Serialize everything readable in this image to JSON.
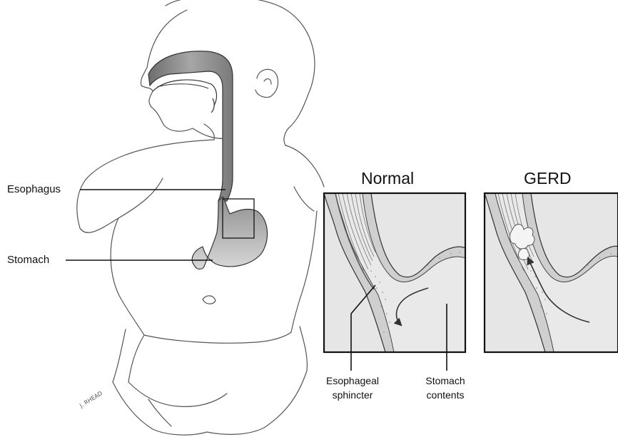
{
  "labels": {
    "esophagus": "Esophagus",
    "stomach": "Stomach",
    "sphincter_line1": "Esophageal",
    "sphincter_line2": "sphincter",
    "contents_line1": "Stomach",
    "contents_line2": "contents"
  },
  "panels": {
    "normal_title": "Normal",
    "gerd_title": "GERD"
  },
  "signature": "J. RHEAD",
  "colors": {
    "line": "#222222",
    "esophagus_fill": "#8c8c8c",
    "stomach_fill": "#b9b9b9",
    "panel_bg": "#e4e4e4",
    "wall_fill": "#cfcfcf"
  }
}
